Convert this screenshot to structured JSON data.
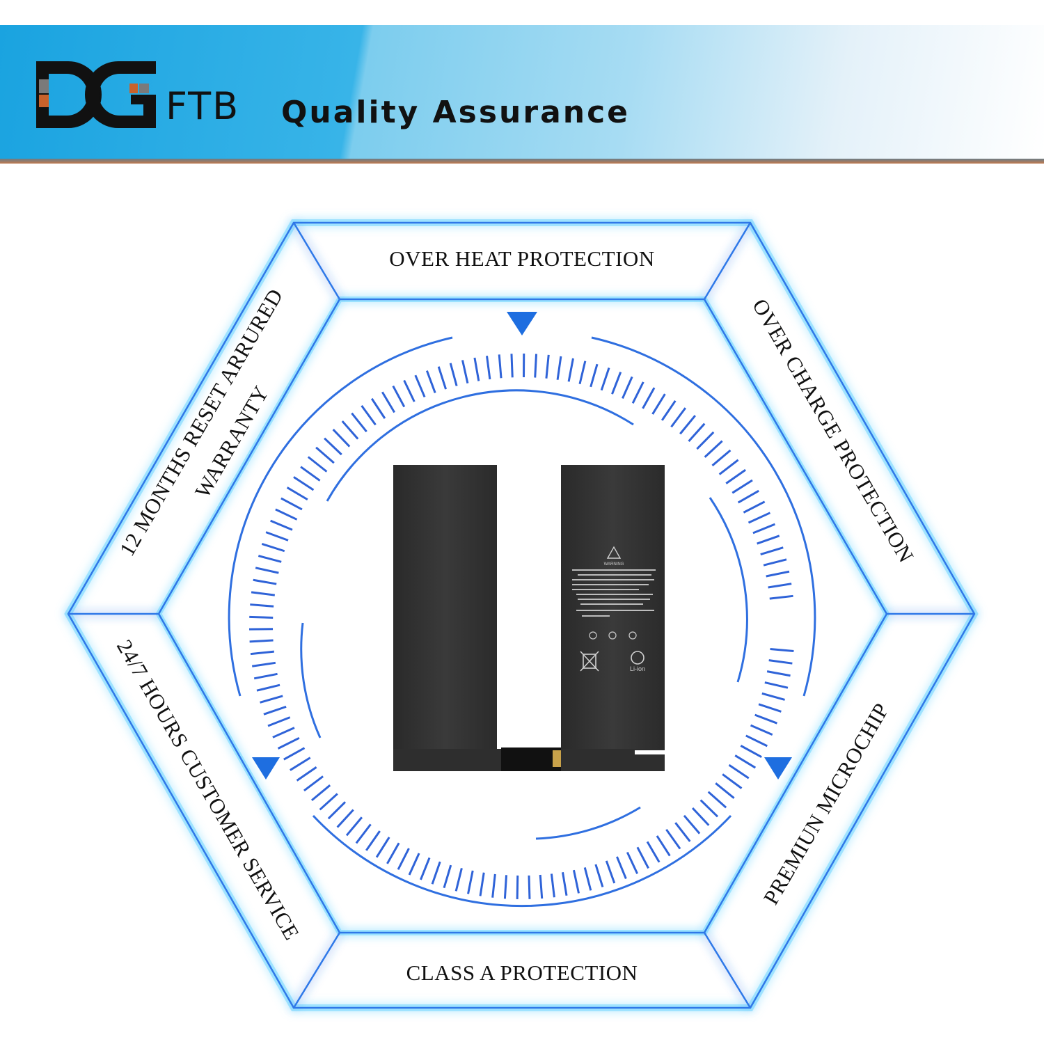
{
  "brand": {
    "logo_text": "DG",
    "name": "FTB"
  },
  "banner": {
    "title": "Quality Assurance"
  },
  "features": {
    "top": "OVER HEAT PROTECTION",
    "top_right": "OVER CHARGE PROTECTION",
    "bottom_right": "PREMIUN MICROCHIP",
    "bottom": "CLASS A PROTECTION",
    "bottom_left": "24/7 HOURS CUSTOMER SERVICE",
    "top_left_line1": "12 MONTHS RESET ARRURED",
    "top_left_line2": "WARRANTY"
  },
  "battery_label": {
    "warning": "WARNING",
    "chem": "Li-ion"
  },
  "colors": {
    "accent": "#1e63d6",
    "glow": "#3ec3ff",
    "banner": "#1aa3e0"
  }
}
